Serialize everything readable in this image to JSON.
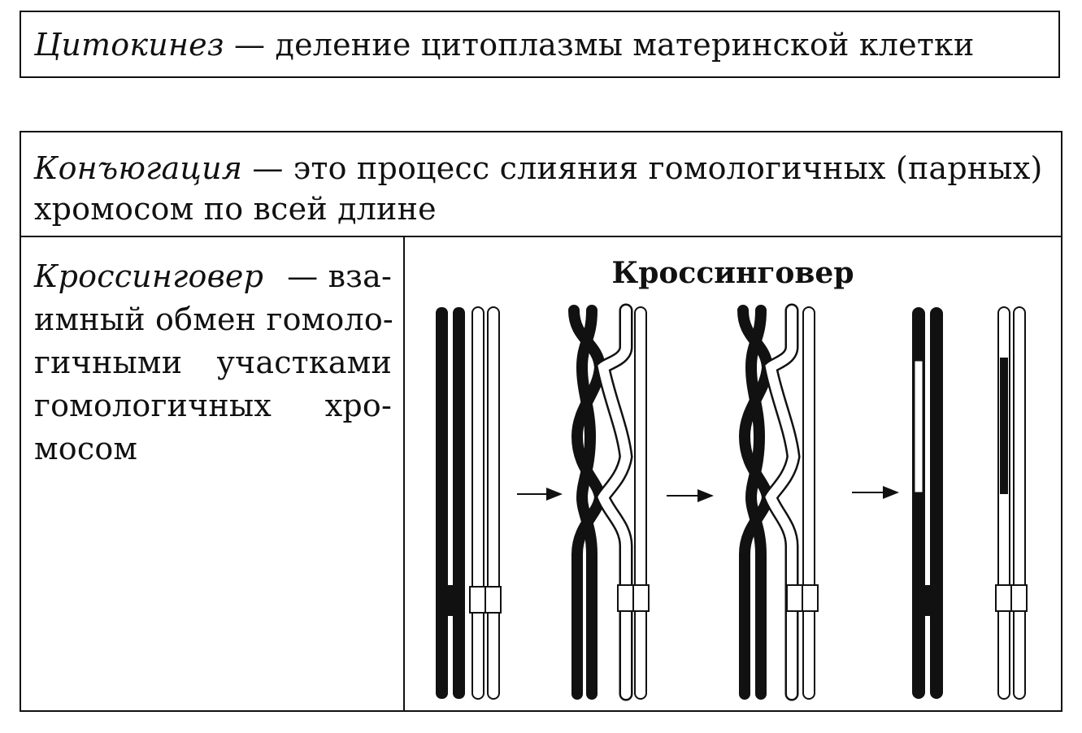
{
  "cytokinesis": {
    "term": "Цитокинез",
    "definition": " — деление цитоплазмы материнской клетки"
  },
  "conjugation": {
    "term": "Конъюгация",
    "line1_rest": " — это процесс слияния гомологичных (парных)",
    "line2": "хромосом по всей длине"
  },
  "crossing_over": {
    "term": "Кроссинговер",
    "line1_rest": "— вза-",
    "line2": "имный обмен гомоло-",
    "line3_a": "гичными",
    "line3_b": "участками",
    "line4_a": "гомологичных",
    "line4_b": "хро-",
    "line5": "мосом",
    "figure_title": "Кроссинговер"
  }
}
